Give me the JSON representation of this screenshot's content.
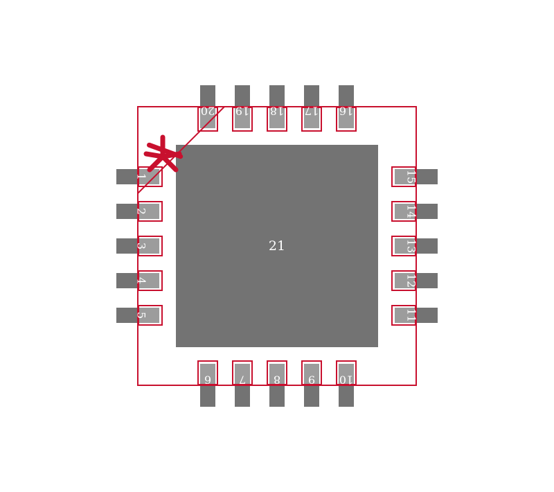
{
  "footprint": {
    "center_pad_label": "21",
    "pin1_marker": "*",
    "colors": {
      "pad_dark": "#737373",
      "pad_light": "#9c9c9c",
      "outline": "#c8102e",
      "label": "#ffffff"
    },
    "pins_left": [
      "1",
      "2",
      "3",
      "4",
      "5"
    ],
    "pins_bottom": [
      "6",
      "7",
      "8",
      "9",
      "10"
    ],
    "pins_right": [
      "11",
      "12",
      "13",
      "14",
      "15"
    ],
    "pins_top": [
      "16",
      "17",
      "18",
      "19",
      "20"
    ]
  }
}
